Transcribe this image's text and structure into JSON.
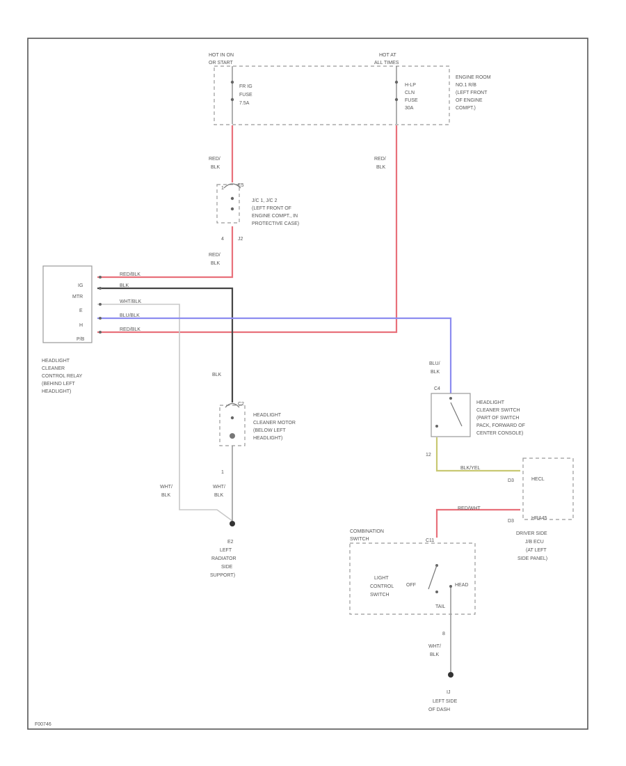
{
  "figure_code": "F00746",
  "fuse_box": {
    "hot_in_on": [
      "HOT IN ON",
      "OR START"
    ],
    "hot_at_all": [
      "HOT AT",
      "ALL TIMES"
    ],
    "fuse_left": [
      "FR IG",
      "FUSE",
      "7.5A"
    ],
    "fuse_right": [
      "H-LP",
      "CLN",
      "FUSE",
      "30A"
    ],
    "location": [
      "ENGINE ROOM",
      "NO.1 R/B",
      "(LEFT FRONT",
      "OF ENGINE",
      "COMPT.)"
    ]
  },
  "wire_red_blk": [
    "RED/",
    "BLK"
  ],
  "junction": {
    "pin_top": "E5",
    "pin_bottom": "J2",
    "num_top": "1",
    "num_bottom": "4",
    "label": [
      "J/C 1, J/C 2",
      "(LEFT FRONT OF",
      "ENGINE COMPT., IN",
      "PROTECTIVE CASE)"
    ]
  },
  "relay": {
    "pins": [
      "IG",
      "MTR",
      "E",
      "H",
      "P/B"
    ],
    "wire_labels": [
      "RED/BLK",
      "BLK",
      "WHT/BLK",
      "BLU/BLK",
      "RED/BLK"
    ],
    "label": [
      "HEADLIGHT",
      "CLEANER",
      "CONTROL RELAY",
      "(BEHIND LEFT",
      "HEADLIGHT)"
    ]
  },
  "motor": {
    "wire_top": [
      "BLK"
    ],
    "pin": "C2",
    "num": "1",
    "label": [
      "HEADLIGHT",
      "CLEANER MOTOR",
      "(BELOW LEFT",
      "HEADLIGHT)"
    ],
    "wire_bottom": [
      "WHT/",
      "BLK"
    ]
  },
  "ground_e2": {
    "id": "E2",
    "label": [
      "LEFT",
      "RADIATOR",
      "SIDE",
      "SUPPORT)"
    ]
  },
  "wire_wht_blk_left": [
    "WHT/",
    "BLK"
  ],
  "cleaner_switch": {
    "wire_top": [
      "BLU/",
      "BLK"
    ],
    "pin": "C4",
    "label": [
      "HEADLIGHT",
      "CLEANER SWITCH",
      "(PART OF SWITCH",
      "PACK, FORWARD OF",
      "CENTER CONSOLE)"
    ],
    "pin_bottom": "12",
    "wire_bottom": "BLK/YEL"
  },
  "ecu": {
    "pin_top": "D3",
    "pin_bottom": "D3",
    "label_top": "HECL",
    "label_bottom": "HRA45",
    "label": [
      "DRIVER SIDE",
      "J/B ECU",
      "(AT LEFT",
      "SIDE PANEL)"
    ]
  },
  "wire_red_wht": "RED/WHT",
  "combination_switch": {
    "title": [
      "COMBINATION",
      "SWITCH"
    ],
    "sub": [
      "LIGHT",
      "CONTROL",
      "SWITCH"
    ],
    "off": "OFF",
    "head": "HEAD",
    "tail": "TAIL",
    "pin": "C11",
    "num_bottom": "8",
    "wire": [
      "WHT/",
      "BLK"
    ]
  },
  "ground_ij": {
    "id": "IJ",
    "label": [
      "LEFT SIDE",
      "OF DASH"
    ]
  }
}
